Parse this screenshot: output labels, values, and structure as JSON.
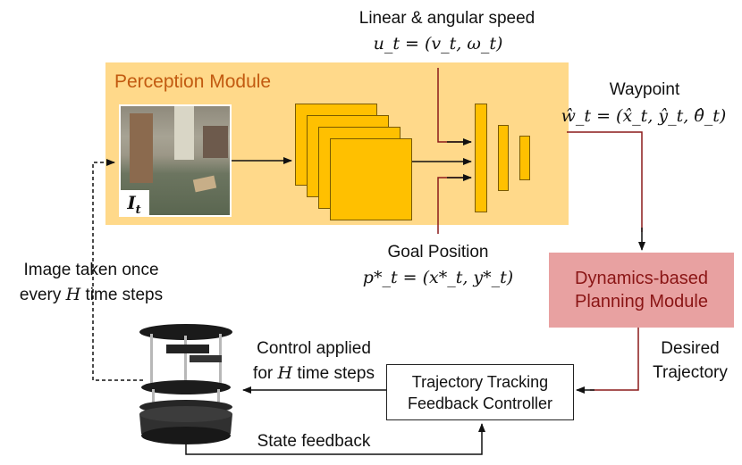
{
  "top": {
    "speed_label": "Linear & angular speed",
    "speed_formula": "u_t = (v_t, ω_t)"
  },
  "perception": {
    "title": "Perception Module",
    "image_symbol": "I",
    "image_subscript": "t"
  },
  "waypoint": {
    "label": "Waypoint",
    "formula": "ŵ_t = (x̂_t, ŷ_t, θ̂_t)"
  },
  "goal": {
    "label": "Goal Position",
    "formula": "p*_t = (x*_t, y*_t)"
  },
  "image_note": {
    "line1": "Image taken once",
    "line2_pre": "every ",
    "line2_var": "H",
    "line2_post": " time steps"
  },
  "dynamics": {
    "line1": "Dynamics-based",
    "line2": "Planning Module"
  },
  "desired": {
    "line1": "Desired",
    "line2": "Trajectory"
  },
  "control": {
    "line1": "Control applied",
    "line2_pre": "for ",
    "line2_var": "H",
    "line2_post": " time steps"
  },
  "tracker": {
    "line1": "Trajectory Tracking",
    "line2": "Feedback Controller"
  },
  "state_feedback": "State feedback",
  "colors": {
    "perception_bg": "#ffd98a",
    "perception_title": "#c25a10",
    "layers": "#ffc000",
    "dynamics_bg": "#e8a1a1",
    "dynamics_text": "#8a1515",
    "accent_line": "#8b1a1a"
  }
}
